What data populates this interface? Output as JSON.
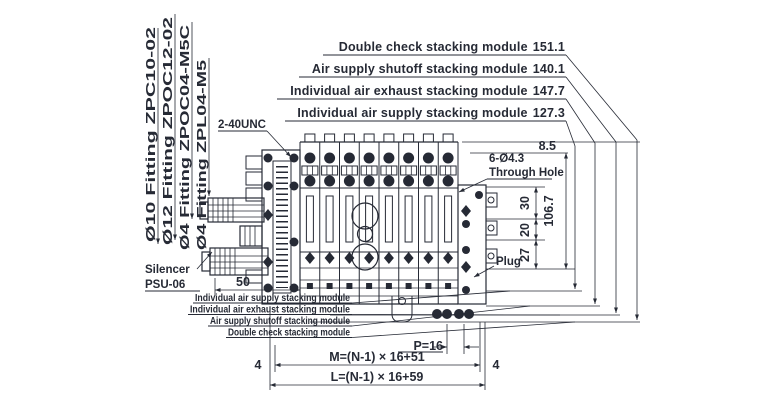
{
  "colors": {
    "line": "#262a35",
    "background": "#ffffff"
  },
  "top_callouts": [
    {
      "label": "Double check stacking module",
      "value": "151.1"
    },
    {
      "label": "Air supply shutoff stacking module",
      "value": "140.1"
    },
    {
      "label": "Individual air exhaust stacking module",
      "value": "147.7"
    },
    {
      "label": "Individual air supply stacking module",
      "value": "127.3"
    }
  ],
  "left_labels": [
    {
      "text": "Ø10 Fitting ZPC10-02"
    },
    {
      "text": "Ø12 Fitting ZPOC12-02"
    },
    {
      "text": "Ø4 Fitting ZPOC04-M5C"
    },
    {
      "text": "Ø4 Fitting ZPL04-M5"
    }
  ],
  "bottom_callouts": [
    {
      "text": "Individual air supply stacking module"
    },
    {
      "text": "Individual air exhaust stacking module"
    },
    {
      "text": "Air supply shutoff stacking module"
    },
    {
      "text": "Double check stacking module"
    }
  ],
  "annotations": {
    "thread_spec": "2-40UNC",
    "through_hole_line1": "6-Ø4.3",
    "through_hole_line2": "Through Hole",
    "plug": "Plug",
    "silencer_line1": "Silencer",
    "silencer_line2": "PSU-06"
  },
  "dimensions": {
    "top_offset": "8.5",
    "upper_height": "30",
    "mid_height": "20",
    "lower_height": "27",
    "overall_height": "106.7",
    "silencer_width": "50",
    "pitch": "P=16",
    "mount_formula": "M=(N-1) × 16+51",
    "length_formula": "L=(N-1) × 16+59",
    "edge_left": "4",
    "edge_right": "4"
  }
}
